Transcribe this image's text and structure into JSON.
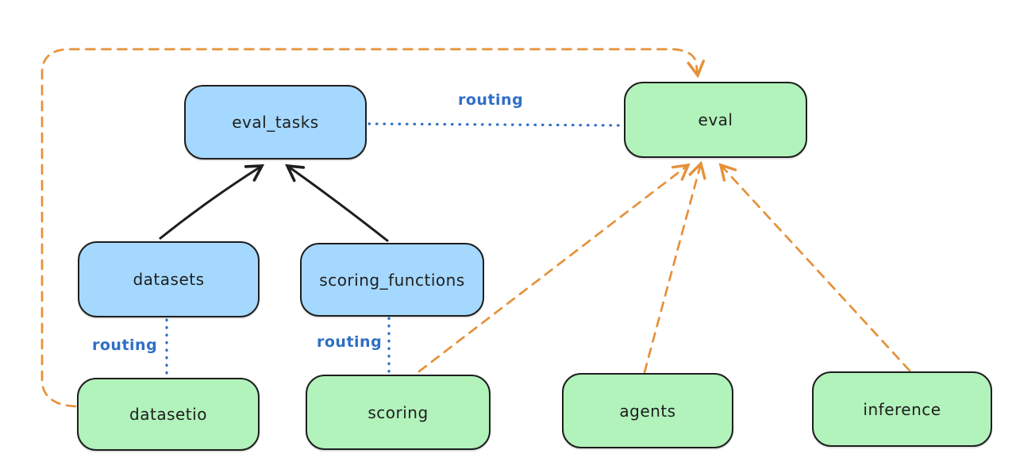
{
  "diagram": {
    "type": "architecture-diagram",
    "nodes": [
      {
        "id": "eval_tasks",
        "label": "eval_tasks",
        "fill": "#a5d8ff"
      },
      {
        "id": "eval",
        "label": "eval",
        "fill": "#b2f2bb"
      },
      {
        "id": "datasets",
        "label": "datasets",
        "fill": "#a5d8ff"
      },
      {
        "id": "scoring_functions",
        "label": "scoring_functions",
        "fill": "#a5d8ff"
      },
      {
        "id": "datasetio",
        "label": "datasetio",
        "fill": "#b2f2bb"
      },
      {
        "id": "scoring",
        "label": "scoring",
        "fill": "#b2f2bb"
      },
      {
        "id": "agents",
        "label": "agents",
        "fill": "#b2f2bb"
      },
      {
        "id": "inference",
        "label": "inference",
        "fill": "#b2f2bb"
      }
    ],
    "edge_labels": {
      "eval_tasks_eval": "routing",
      "datasets_datasetio": "routing",
      "scoring_functions_scoring": "routing"
    },
    "edges": [
      {
        "from": "datasets",
        "to": "eval_tasks",
        "style": "solid",
        "color": "#1e1e1e",
        "arrow": true,
        "label": ""
      },
      {
        "from": "scoring_functions",
        "to": "eval_tasks",
        "style": "solid",
        "color": "#1e1e1e",
        "arrow": true,
        "label": ""
      },
      {
        "from": "eval_tasks",
        "to": "eval",
        "style": "dotted",
        "color": "#2f6fc6",
        "arrow": false,
        "label": "routing"
      },
      {
        "from": "datasets",
        "to": "datasetio",
        "style": "dotted",
        "color": "#2f6fc6",
        "arrow": false,
        "label": "routing"
      },
      {
        "from": "scoring_functions",
        "to": "scoring",
        "style": "dotted",
        "color": "#2f6fc6",
        "arrow": false,
        "label": "routing"
      },
      {
        "from": "datasetio",
        "to": "eval",
        "style": "dashed",
        "color": "#e5913a",
        "arrow": true,
        "label": ""
      },
      {
        "from": "scoring",
        "to": "eval",
        "style": "dashed",
        "color": "#e5913a",
        "arrow": true,
        "label": ""
      },
      {
        "from": "agents",
        "to": "eval",
        "style": "dashed",
        "color": "#e5913a",
        "arrow": true,
        "label": ""
      },
      {
        "from": "inference",
        "to": "eval",
        "style": "dashed",
        "color": "#e5913a",
        "arrow": true,
        "label": ""
      }
    ],
    "colors": {
      "blue_node_fill": "#a5d8ff",
      "green_node_fill": "#b2f2bb",
      "node_stroke": "#1e1e1e",
      "routing_blue": "#2f6fc6",
      "provider_orange": "#e5913a",
      "background": "#ffffff"
    }
  }
}
